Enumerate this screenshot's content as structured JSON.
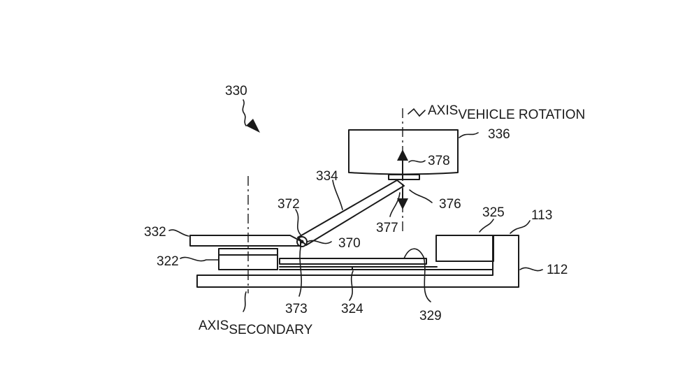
{
  "diagram": {
    "ref_assembly": "330",
    "ref_vehicle": "336",
    "ref_link": "334",
    "ref_pivot_upper": "372",
    "ref_pivot_lower": "370",
    "ref_joint_top": "378",
    "ref_joint_pin": "376",
    "ref_motion": "377",
    "ref_plate": "332",
    "ref_spacer": "322",
    "ref_pin": "373",
    "ref_track": "324",
    "ref_spring": "329",
    "ref_block": "325",
    "ref_frame_top": "113",
    "ref_frame": "112",
    "axis_vehicle_main": "AXIS",
    "axis_vehicle_sub": "VEHICLE ROTATION",
    "axis_secondary_main": "AXIS",
    "axis_secondary_sub": "SECONDARY"
  }
}
